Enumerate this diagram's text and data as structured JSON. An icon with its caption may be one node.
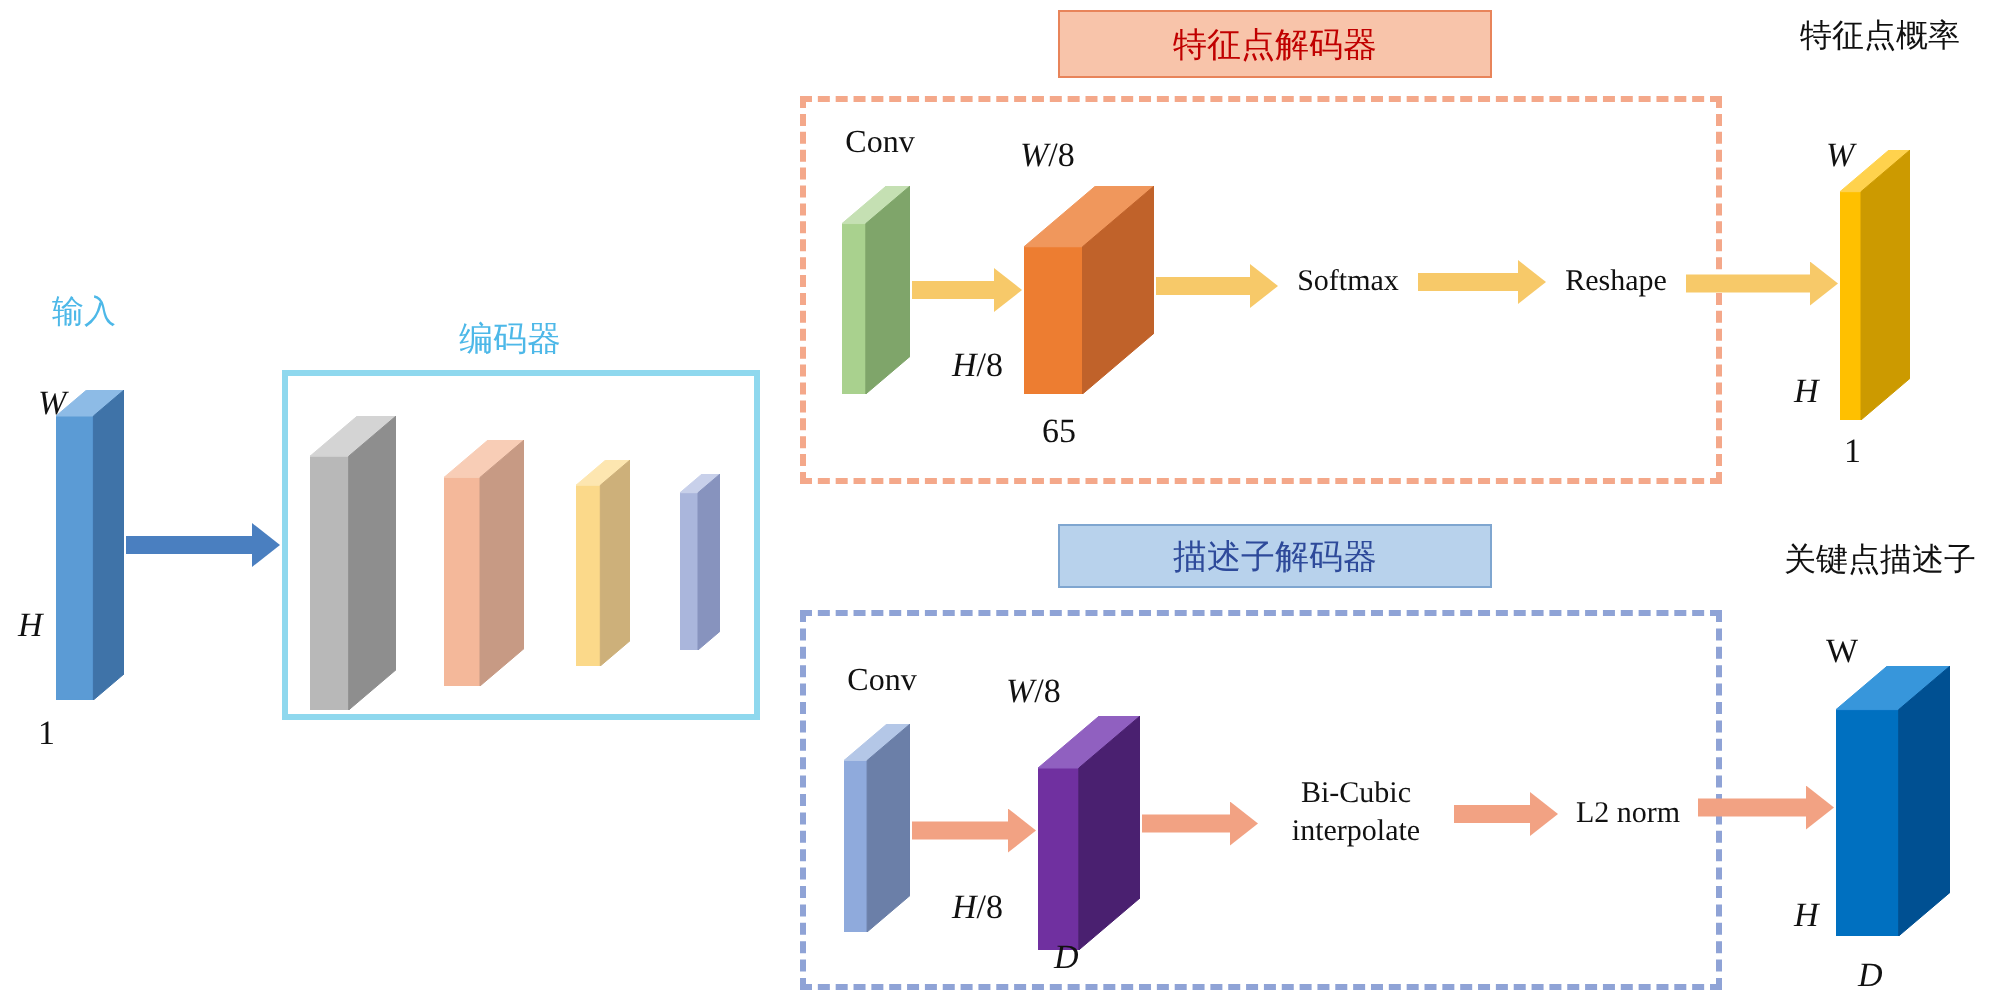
{
  "diagram": {
    "nodes": [
      {
        "text": [
          "输入"
        ],
        "beside": [
          "W",
          "H",
          "1"
        ]
      },
      {
        "text": [
          "编码器"
        ]
      },
      {
        "text": [],
        "shape": "box",
        "in": 1
      },
      {
        "text": [],
        "shape": "box",
        "in": 1
      },
      {
        "text": [],
        "shape": "box",
        "in": 1
      },
      {
        "text": [],
        "shape": "box",
        "in": 1
      },
      {
        "text": [
          "特征点解码器"
        ]
      },
      {
        "text": [
          "Conv"
        ],
        "in": 6
      },
      {
        "text": [],
        "shape": "box",
        "in": 6,
        "beside": [
          "*W*/8",
          "*H*/8",
          "65"
        ]
      },
      {
        "text": [
          "Softmax"
        ],
        "in": 6
      },
      {
        "text": [
          "Reshape"
        ],
        "in": 6
      },
      {
        "text": [
          "特征点概率"
        ],
        "beside": [
          "W",
          "H",
          "1"
        ]
      },
      {
        "text": [
          "描述子解码器"
        ]
      },
      {
        "text": [
          "Conv"
        ],
        "in": 12
      },
      {
        "text": [],
        "shape": "box",
        "in": 12,
        "beside": [
          "*W*/8",
          "*H*/8",
          "D"
        ]
      },
      {
        "text": [
          "Bi-Cubic interpolate"
        ],
        "in": 12
      },
      {
        "text": [
          "L2 norm"
        ],
        "in": 12
      },
      {
        "text": [
          "关键点描述子",
          "W",
          "H",
          "D"
        ]
      }
    ],
    "edges": [
      {
        "from": 0,
        "to": 1,
        "arrow": "to",
        "color": "#4a7fc0"
      },
      {
        "from": 7,
        "to": 8,
        "arrow": "to",
        "color": "#f7c969"
      },
      {
        "from": 8,
        "to": 9,
        "arrow": "to",
        "color": "#f7c969"
      },
      {
        "from": 9,
        "to": 10,
        "arrow": "to",
        "color": "#f7c969"
      },
      {
        "from": 10,
        "to": 11,
        "arrow": "to",
        "color": "#f7c969"
      },
      {
        "from": 13,
        "to": 14,
        "arrow": "to",
        "color": "#f2a283"
      },
      {
        "from": 14,
        "to": 15,
        "arrow": "to",
        "color": "#f2a283"
      },
      {
        "from": 15,
        "to": 16,
        "arrow": "to",
        "color": "#f2a283"
      },
      {
        "from": 16,
        "to": 17,
        "arrow": "to",
        "color": "#f2a283"
      }
    ]
  }
}
